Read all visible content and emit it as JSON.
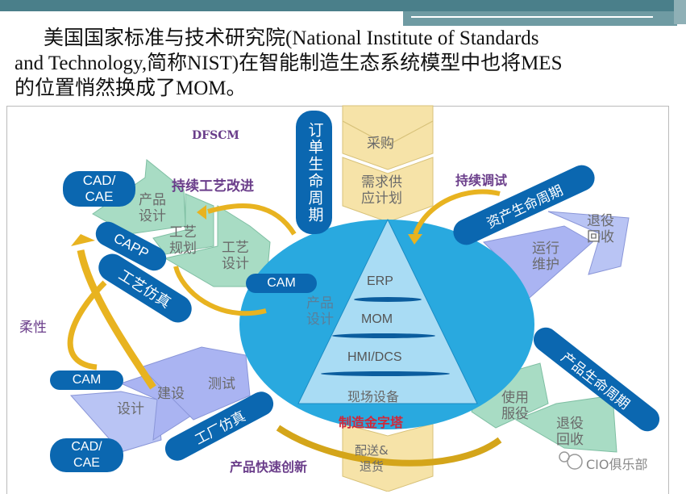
{
  "heading": {
    "line1": "美国国家标准与技术研究院(National Institute of Standards",
    "line2": "and Technology,简称NIST)在智能制造生态系统模型中也将MES",
    "line3": "的位置悄然换成了MOM。"
  },
  "diagram": {
    "dfscm": "DFSCM",
    "order_lifecycle": "订单生命周期",
    "procurement": "采购",
    "demand_supply_plan_1": "需求供",
    "demand_supply_plan_2": "应计划",
    "delivery_1": "配送&",
    "delivery_2": "退货",
    "pyramid": {
      "levels": [
        "ERP",
        "MOM",
        "HMI/DCS",
        "现场设备"
      ],
      "title": "制造金字塔"
    },
    "circle_product_design_1": "产品",
    "circle_product_design_2": "设计",
    "process_improvement": "持续工艺改进",
    "cad_cae_top_1": "CAD/",
    "cad_cae_top_2": "CAE",
    "product_design_1": "产品",
    "product_design_2": "设计",
    "process_planning_1": "工艺",
    "process_planning_2": "规划",
    "process_design_1": "工艺",
    "process_design_2": "设计",
    "capp": "CAPP",
    "process_sim": "工艺仿真",
    "cam_mid": "CAM",
    "flexibility": "柔性",
    "cam_low": "CAM",
    "design": "设计",
    "build": "建设",
    "test": "测试",
    "factory_sim": "工厂仿真",
    "cad_cae_bottom_1": "CAD/",
    "cad_cae_bottom_2": "CAE",
    "rapid_innovation": "产品快速创新",
    "continuous_commissioning": "持续调试",
    "asset_lifecycle": "资产生命周期",
    "decommission_1_a": "退役",
    "decommission_1_b": "回收",
    "operation_1": "运行",
    "operation_2": "维护",
    "product_lifecycle": "产品生命周期",
    "in_service_1": "使用",
    "in_service_2": "服役",
    "decommission_2_a": "退役",
    "decommission_2_b": "回收",
    "watermark": "CIO俱乐部"
  },
  "colors": {
    "circle": "#29a9df",
    "pyramid": "#a9dcf4",
    "pill": "#0b67b0",
    "arrow": "#e8b320",
    "green": "#a8dcc4",
    "purple": "#aab4f2",
    "yellow": "#f6e3a8",
    "accent_red": "#d0283a",
    "label_purple": "#6a3d8a"
  }
}
